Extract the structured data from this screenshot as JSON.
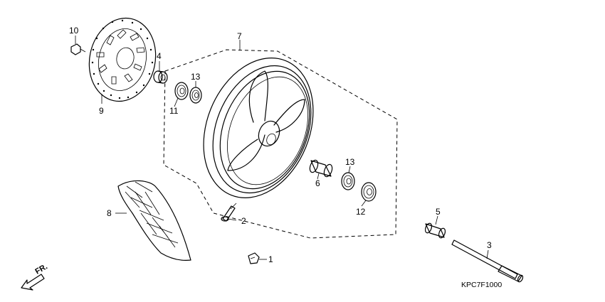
{
  "diagram": {
    "code": "KPC7F1000",
    "direction_label": "FR.",
    "callouts": {
      "c1": "1",
      "c2": "2",
      "c3": "3",
      "c4": "4",
      "c5": "5",
      "c6": "6",
      "c7": "7",
      "c8": "8",
      "c9": "9",
      "c10": "10",
      "c11": "11",
      "c12": "12",
      "c13a": "13",
      "c13b": "13"
    }
  },
  "parts": [
    {
      "ref": "1",
      "part": "collar-clip"
    },
    {
      "ref": "2",
      "part": "valve-stem"
    },
    {
      "ref": "3",
      "part": "axle-shaft"
    },
    {
      "ref": "4",
      "part": "spacer"
    },
    {
      "ref": "5",
      "part": "side-collar"
    },
    {
      "ref": "6",
      "part": "distance-collar"
    },
    {
      "ref": "7",
      "part": "wheel-assembly"
    },
    {
      "ref": "8",
      "part": "tire"
    },
    {
      "ref": "9",
      "part": "brake-disc"
    },
    {
      "ref": "10",
      "part": "disc-bolt"
    },
    {
      "ref": "11",
      "part": "left-bearing"
    },
    {
      "ref": "12",
      "part": "right-bearing"
    },
    {
      "ref": "13",
      "part": "dust-seal"
    }
  ]
}
